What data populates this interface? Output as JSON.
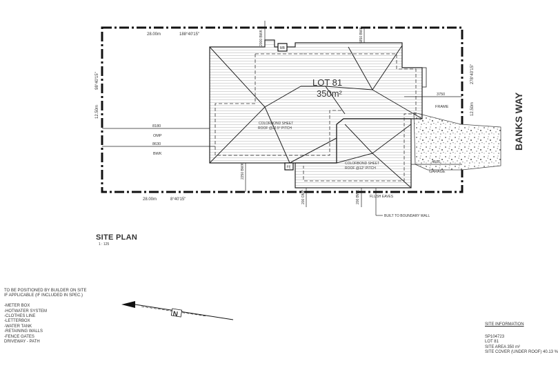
{
  "lot": {
    "label": "LOT 81",
    "area": "350m²"
  },
  "street": "BANKS WAY",
  "boundary": {
    "top_length": "28.00m",
    "top_bearing": "188°40'15\"",
    "bottom_length": "28.00m",
    "bottom_bearing": "8°40'15\"",
    "left_length": "12.50m",
    "left_bearing": "98°40'15\"",
    "right_length": "12.50m",
    "right_bearing": "278°40'15\""
  },
  "roof": {
    "main_label_1": "COLORBOND SHEET",
    "main_label_2": "ROOF @22.5° PITCH",
    "garage_label_1": "COLORBOND SHEET",
    "garage_label_2": "ROOF @12° PITCH"
  },
  "dims": {
    "top_bwk_1": "2000 BWK",
    "top_bwk_2": "5850 BWK",
    "omp_8180": "8180",
    "omp_label": "OMP",
    "bwk_8630": "8630",
    "bwk_label": "BWK",
    "left_2250": "2250 BWK",
    "bot_omp": "200 OMP",
    "bot_bwk": "200 BWK",
    "frame_3750": "3750",
    "frame_label": "FRAME",
    "garage_4500": "4500",
    "garage_label": "GARAGE",
    "flush_eaves": "FLUSH EAVES",
    "built_to_boundary": "BUILT TO BOUNDARY WALL"
  },
  "symbols": {
    "meter_box": "MB",
    "fire": "FE"
  },
  "site_plan": {
    "title": "SITE PLAN",
    "scale": "1 : 125"
  },
  "north": "N",
  "notes": [
    "TO BE POSITIONED BY BUILDER ON SITE",
    "IF APPLICABLE (IF INCLUDED IN SPEC.)",
    "",
    "-METER BOX",
    "-HOTWATER SYSTEM",
    "-CLOTHES LINE",
    "-LETTERBOX",
    "-WATER TANK",
    "-RETAINING WALLS",
    "-FENCE GATES",
    "DRIVEWAY - PATH"
  ],
  "site_information": {
    "heading": "SITE INFORMATION",
    "lines": [
      "SP104723",
      "LOT 81",
      "SITE AREA 350 m²",
      "SITE COVER (UNDER ROOF) 40.13 %"
    ]
  }
}
